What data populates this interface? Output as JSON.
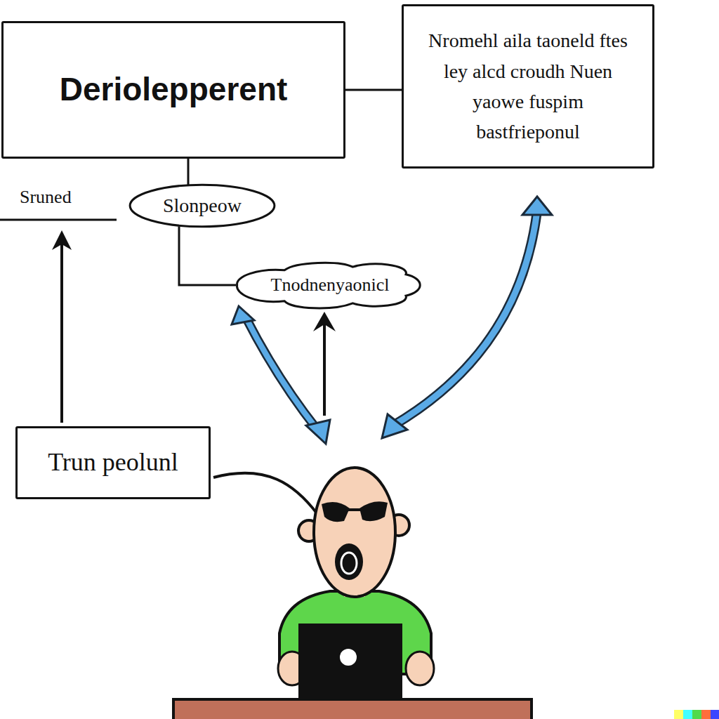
{
  "diagram": {
    "nodes": [
      {
        "text": [
          "Deriolepperent"
        ]
      },
      {
        "text": [
          "Nromehl aila taoneld ftes ley alcd croudh Nuen yaowe fuspim bastfrieponul"
        ]
      },
      {
        "text": [
          "Slonpeow"
        ]
      },
      {
        "text": [
          "Tnodnenyaonicl"
        ]
      },
      {
        "text": [
          "Trun peolunl"
        ]
      }
    ],
    "edges": [
      {
        "from": 0,
        "to": 1,
        "arrow": "none"
      },
      {
        "from": 0,
        "to": 2,
        "arrow": "none"
      },
      {
        "from": 2,
        "to": 3,
        "arrow": "none"
      }
    ],
    "labels": [
      "Sruned"
    ]
  }
}
